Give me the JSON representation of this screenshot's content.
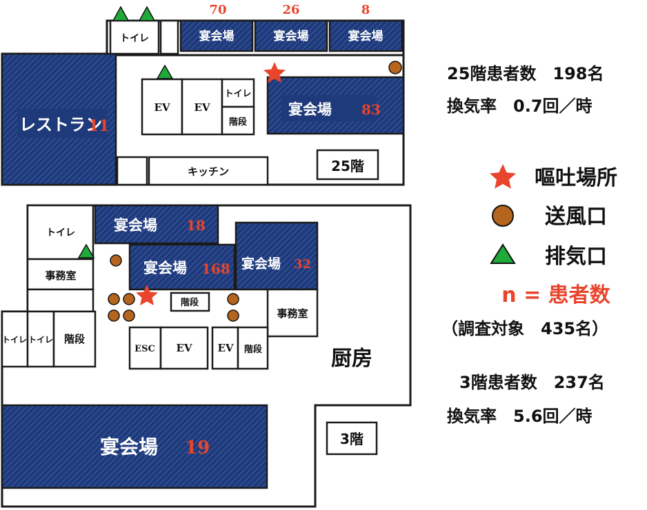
{
  "floor25": {
    "floor_label": "25階",
    "restaurant": {
      "name": "レストラン",
      "count": "11"
    },
    "banquet_main": {
      "name": "宴会場",
      "count": "83"
    },
    "banquet_top": [
      {
        "name": "宴会場",
        "count": "70"
      },
      {
        "name": "宴会場",
        "count": "26"
      },
      {
        "name": "宴会場",
        "count": "8"
      }
    ],
    "toilet_top": "トイレ",
    "ev1": "EV",
    "ev2": "EV",
    "toilet_small": "トイレ",
    "stairs": "階段",
    "kitchen": "キッチン"
  },
  "floor3": {
    "floor_label": "3階",
    "toilet_top": "トイレ",
    "office_left": "事務室",
    "banquet_18": {
      "name": "宴会場",
      "count": "18"
    },
    "banquet_168": {
      "name": "宴会場",
      "count": "168"
    },
    "banquet_32": {
      "name": "宴会場",
      "count": "32"
    },
    "banquet_19": {
      "name": "宴会場",
      "count": "19"
    },
    "stairs_center": "階段",
    "office_right": "事務室",
    "toilet_a": "トイレ",
    "toilet_b": "トイレ",
    "stairs_left": "階段",
    "esc": "ESC",
    "ev": "EV",
    "ev_small": "EV",
    "stairs_right": "階段",
    "kitchen": "厨房"
  },
  "stats25": {
    "patients": "25階患者数　198名",
    "ventilation": "換気率　0.7回／時"
  },
  "legend": {
    "vomit": "嘔吐場所",
    "supply": "送風口",
    "exhaust": "排気口",
    "n_note": "n = 患者数",
    "survey": "（調査対象　435名）"
  },
  "stats3": {
    "patients": "3階患者数　237名",
    "ventilation": "換気率　5.6回／時"
  },
  "colors": {
    "hall_blue": "#1f3a7a",
    "count_red": "#e8452c",
    "vomit_star": "#e8452c",
    "supply_brown": "#b5651d",
    "exhaust_green": "#1faa3a"
  }
}
